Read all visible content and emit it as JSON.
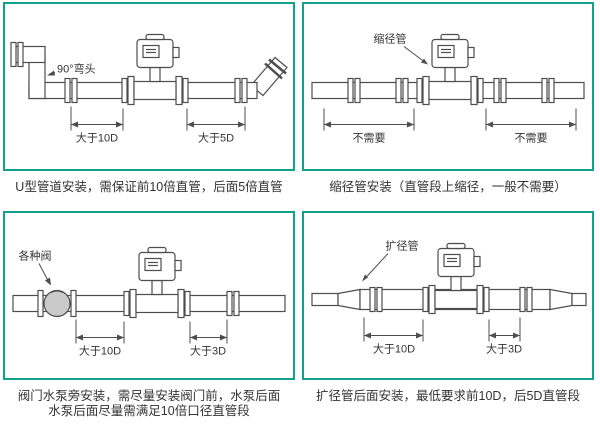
{
  "accent_color": "#12a08f",
  "line_color": "#4d4d4d",
  "panels": [
    {
      "id": "u-pipe",
      "callout": "90°弯头",
      "dim_left": "大于10D",
      "dim_right": "大于5D",
      "caption": "U型管道安装，需保证前10倍直管，后面5倍直管"
    },
    {
      "id": "reducer",
      "callout": "缩径管",
      "dim_left": "不需要",
      "dim_right": "不需要",
      "caption": "缩径管安装（直管段上缩径，一般不需要）"
    },
    {
      "id": "valve-pump",
      "callout": "各种阀",
      "dim_left": "大于10D",
      "dim_right": "大于3D",
      "caption": "阀门水泵旁安装，需尽量安装阀门前，水泵后面",
      "caption_line2": "水泵后面尽量需满足10倍口径直管段"
    },
    {
      "id": "expander",
      "callout": "扩径管",
      "dim_left": "大于10D",
      "dim_right": "大于3D",
      "caption": "扩径管后面安装，最低要求前10D，后5D直管段"
    }
  ]
}
